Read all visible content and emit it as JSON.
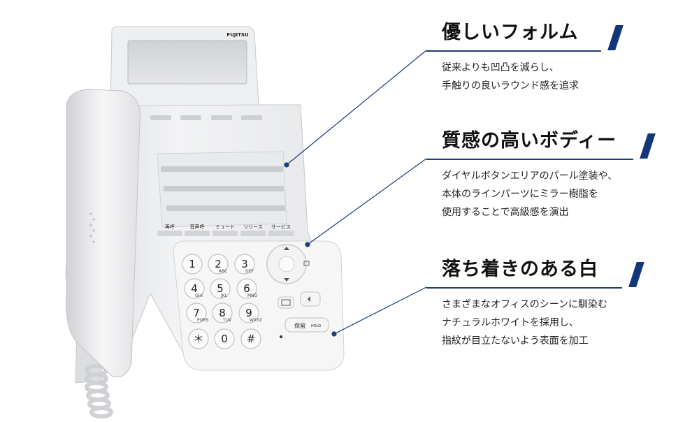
{
  "brand": "FUJITSU",
  "accent_color": "#13367a",
  "features": [
    {
      "title": "優しいフォルム",
      "lines": [
        "従来よりも凹凸を減らし、",
        "手触りの良いラウンド感を追求"
      ]
    },
    {
      "title": "質感の高いボディー",
      "lines": [
        "ダイヤルボタンエリアのパール塗装や、",
        "本体のラインパーツにミラー樹脂を",
        "使用することで高級感を演出"
      ]
    },
    {
      "title": "落ち着きのある白",
      "lines": [
        "さまざまなオフィスのシーンに馴染む",
        "ナチュラルホワイトを採用し、",
        "指紋が目立たないよう表面を加工"
      ]
    }
  ],
  "phone": {
    "soft_keys": [
      "再呼",
      "音声呼",
      "ミュート",
      "リリース",
      "サービス"
    ],
    "dial_keys": [
      {
        "num": "1",
        "sub": ""
      },
      {
        "num": "2",
        "sub": "ABC"
      },
      {
        "num": "3",
        "sub": "DEF"
      },
      {
        "num": "4",
        "sub": "GHI"
      },
      {
        "num": "5",
        "sub": "JKL"
      },
      {
        "num": "6",
        "sub": "MNO"
      },
      {
        "num": "7",
        "sub": "PQRS"
      },
      {
        "num": "8",
        "sub": "TUV"
      },
      {
        "num": "9",
        "sub": "WXYZ"
      },
      {
        "num": "＊",
        "sub": ""
      },
      {
        "num": "0",
        "sub": ""
      },
      {
        "num": "#",
        "sub": ""
      }
    ],
    "hold_label": "保留",
    "hold_sub": "HOLD"
  }
}
